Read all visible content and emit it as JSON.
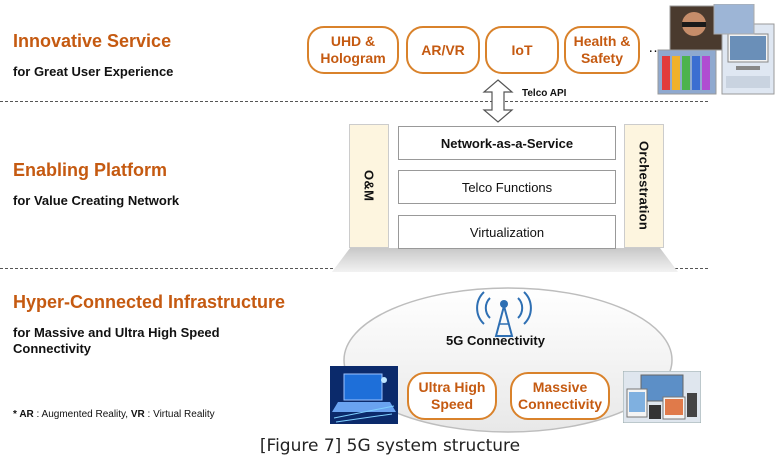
{
  "sections": {
    "innovative": {
      "title": "Innovative Service",
      "subtitle": "for Great User Experience"
    },
    "platform": {
      "title": "Enabling Platform",
      "subtitle": "for Value Creating Network"
    },
    "infrastructure": {
      "title": "Hyper-Connected Infrastructure",
      "subtitle_line1": "for Massive and Ultra High Speed",
      "subtitle_line2": "Connectivity"
    }
  },
  "services": [
    {
      "line1": "UHD &",
      "line2": "Hologram"
    },
    {
      "line1": "AR/VR",
      "line2": ""
    },
    {
      "line1": "IoT",
      "line2": ""
    },
    {
      "line1": "Health &",
      "line2": "Safety"
    }
  ],
  "services_more": "…",
  "telco_api": "Telco API",
  "platform_layers": [
    "Network-as-a-Service",
    "Telco Functions",
    "Virtualization"
  ],
  "platform_left": "O&M",
  "platform_right": "Orchestration",
  "connectivity": "5G Connectivity",
  "infra_items": [
    {
      "line1": "Ultra High",
      "line2": "Speed"
    },
    {
      "line1": "Massive",
      "line2": "Connectivity"
    }
  ],
  "footnote": {
    "ar_abbr": "AR",
    "ar_text": " : Augmented Reality, ",
    "vr_abbr": "VR",
    "vr_text": " : Virtual Reality"
  },
  "caption": "[Figure 7] 5G system structure",
  "colors": {
    "accent": "#c55a11",
    "pill_border": "#d9822b",
    "side_fill": "#fdf5df"
  }
}
